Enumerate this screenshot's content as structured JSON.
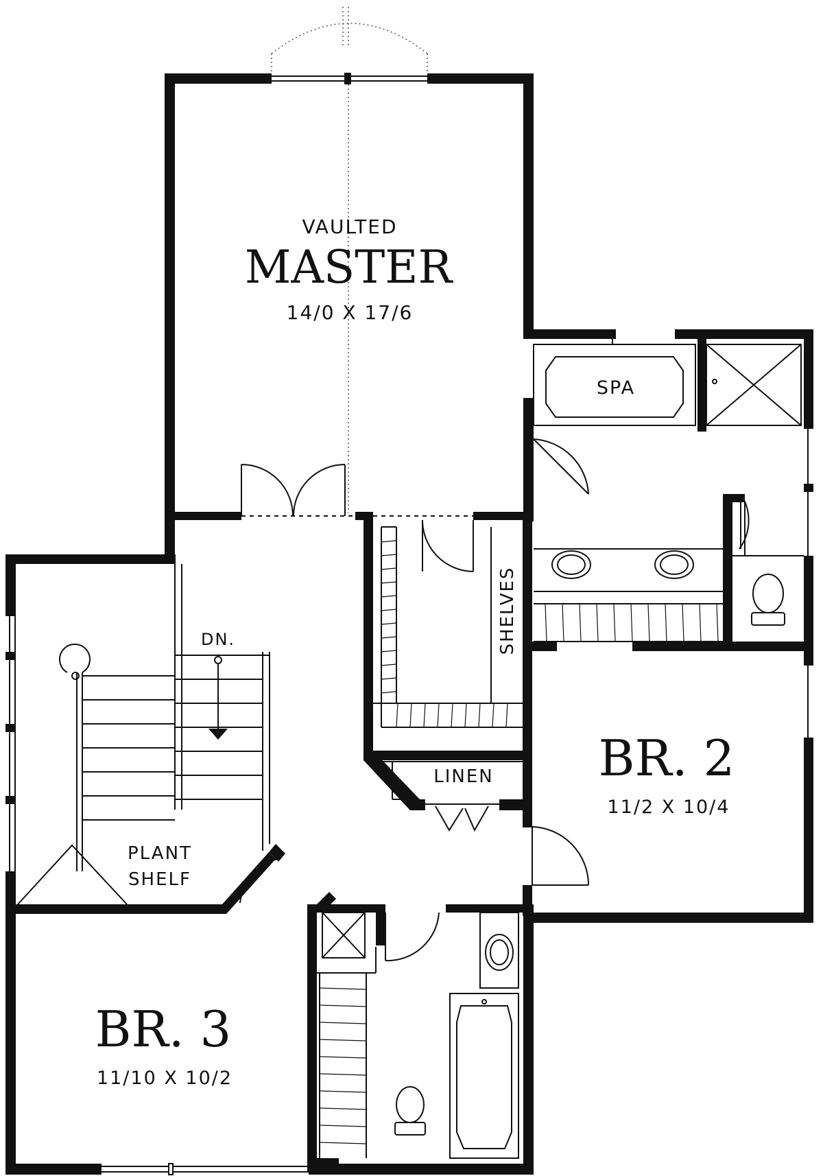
{
  "rooms": {
    "master": {
      "qualifier": "VAULTED",
      "name": "MASTER",
      "size": "14/0 X 17/6"
    },
    "br2": {
      "name": "BR. 2",
      "size": "11/2 X 10/4"
    },
    "br3": {
      "name": "BR. 3",
      "size": "11/10 X 10/2"
    }
  },
  "labels": {
    "spa": "SPA",
    "shelves": "SHELVES",
    "linen": "LINEN",
    "stair_dn": "DN.",
    "plant_shelf_line1": "PLANT",
    "plant_shelf_line2": "SHELF"
  }
}
